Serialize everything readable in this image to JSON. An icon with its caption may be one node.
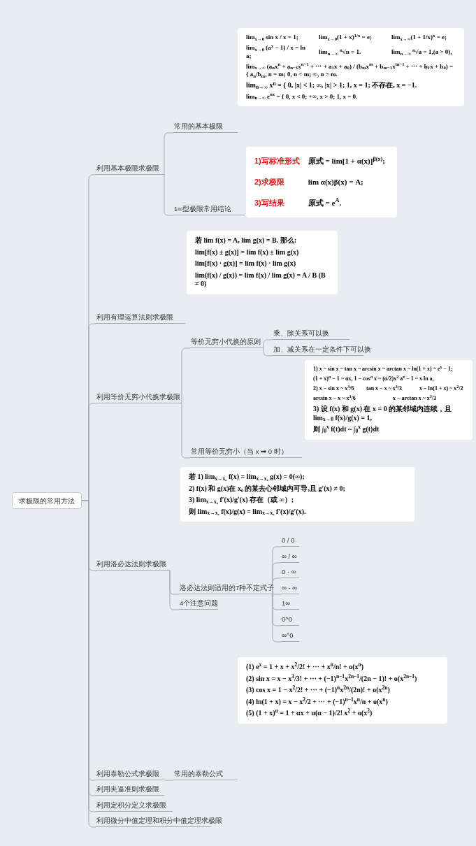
{
  "diagram": {
    "nodes": [
      {
        "text": [
          "求极限的常用方法"
        ]
      },
      {
        "text": [
          "利用基本极限求极限"
        ]
      },
      {
        "text": [
          "常用的基本极限"
        ]
      },
      {
        "text": [
          "lim$_{x→0}$ sin x / x = 1;",
          "lim$_{x→0}$(1 + x)$^{1/x}$ = e;",
          "lim$_{x→∞}$(1 + 1/x)$^{x}$ = e;",
          "lim$_{x→0}$ (a$^{x}$ − 1) / x = ln a;",
          "lim$_{n→∞}$ $^{n}$√n = 1.",
          "lim$_{n→∞}$ $^{n}$√a = 1,(a > 0),",
          "lim$_{x→∞}$ (a$_{n}$x$^{n}$ + a$_{n−1}$x$^{n−1}$ + ⋯ + a$_{1}$x + a$_{0}$) / (b$_{m}$x$^{m}$ + b$_{m−1}$x$^{m−1}$ + ⋯ + b$_{1}$x + b$_{0}$) = { a$_{n}$/b$_{m}$, n = m; 0, n < m; ∞, n > m.",
          "lim$_{n→∞}$ x$^{n}$ = { 0, |x| < 1; ∞, |x| > 1; 1, x = 1; 不存在, x = −1.",
          "lim$_{n→∞}$ e$^{nx}$ = { 0, x < 0; +∞, x > 0; 1, x = 0."
        ]
      },
      {
        "text": [
          "1∞型极限常用结论"
        ]
      },
      {
        "text": [
          "1)写标准形式",
          "原式 = lim[1 + α(x)]$^{β(x)}$;",
          "2)求极限",
          "lim α(x)β(x) = A;",
          "3)写结果",
          "原式 = e$^{A}$."
        ]
      },
      {
        "text": [
          "利用有理运算法则求极限"
        ]
      },
      {
        "text": [
          "若 lim f(x) = A, lim g(x) = B. 那么:",
          "lim[f(x) ± g(x)] = lim f(x) ± lim g(x)",
          "lim[f(x) · g(x)] = lim f(x) · lim g(x)",
          "lim(f(x) / g(x)) = lim f(x) / lim g(x) = A / B (B ≠ 0)"
        ]
      },
      {
        "text": [
          "利用等价无穷小代换求极限"
        ]
      },
      {
        "text": [
          "等价无穷小代换的原则"
        ]
      },
      {
        "text": [
          "乘、除关系可以换"
        ]
      },
      {
        "text": [
          "加、减关系在一定条件下可以换"
        ]
      },
      {
        "text": [
          "常用等价无穷小（当 x ➡ 0 时）"
        ]
      },
      {
        "text": [
          "1) x ~ sin x ~ tan x ~ arcsin x ~ arctan x ~ ln(1 + x) ~ e$^{x}$ − 1;",
          "(1 + x)$^{α}$ − 1 ~ αx, 1 − cos$^{α}$ x ~ (α/2)x$^{2}$ a$^{x}$ − 1 ~ x ln a,",
          "2) x − sin x ~ x$^{3}$/6",
          "tan x − x ~ x$^{3}$/3",
          "x − ln(1 + x) ~ x$^{2}$/2",
          "arcsin x − x ~ x$^{3}$/6",
          "x − arctan x ~ x$^{3}$/3",
          "3) 设 f(x) 和 g(x) 在 x = 0 的某邻域内连续，且 lim$_{x→0}$ f(x)/g(x) = 1,",
          "则 ∫$_{0}$$^{x}$ f(t)dt ~ ∫$_{0}$$^{x}$ g(t)dt"
        ]
      },
      {
        "text": [
          "利用洛必达法则求极限"
        ]
      },
      {
        "text": [
          "若 1) lim$_{x→x₀}$ f(x) = lim$_{x→x₀}$ g(x) = 0(∞);",
          "2) f(x) 和 g(x)在 x₀ 的某去心邻域内可导,且 g′(x) ≠ 0;",
          "3) lim$_{x→x₀}$ f′(x)/g′(x) 存在（或 ∞）;",
          "则 lim$_{x→x₀}$ f(x)/g(x) = lim$_{x→x₀}$ f′(x)/g′(x)."
        ]
      },
      {
        "text": [
          "洛必达法则适用的7种不定式子"
        ]
      },
      {
        "text": [
          "0 / 0"
        ]
      },
      {
        "text": [
          "∞ / ∞"
        ]
      },
      {
        "text": [
          "0 · ∞"
        ]
      },
      {
        "text": [
          "∞ - ∞"
        ]
      },
      {
        "text": [
          "1∞"
        ]
      },
      {
        "text": [
          "0^0"
        ]
      },
      {
        "text": [
          "∞^0"
        ]
      },
      {
        "text": [
          "4个注意问题"
        ]
      },
      {
        "text": [
          "利用泰勒公式求极限"
        ]
      },
      {
        "text": [
          "常用的泰勒公式"
        ]
      },
      {
        "text": [
          "(1) e$^{x}$ = 1 + x + x$^{2}$/2! + ⋯ + x$^{n}$/n! + o(x$^{n}$)",
          "(2) sin x = x − x$^{3}$/3! + ⋯ + (−1)$^{n−1}$x$^{2n−1}$/(2n − 1)! + o(x$^{2n−1}$)",
          "(3) cos x = 1 − x$^{2}$/2! + ⋯ + (−1)$^{n}$x$^{2n}$/(2n)! + o(x$^{2n}$)",
          "(4) ln(1 + x) = x − x$^{2}$/2 + ⋯ + (−1)$^{n−1}$x$^{n}$/n + o(x$^{n}$)",
          "(5) (1 + x)$^{α}$ = 1 + αx + α(α − 1)/2! x$^{2}$ + o(x$^{2}$)"
        ]
      },
      {
        "text": [
          "利用夹逼准则求极限"
        ]
      },
      {
        "text": [
          "利用定积分定义求极限"
        ]
      },
      {
        "text": [
          "利用微分中值定理和积分中值定理求极限"
        ]
      }
    ],
    "edges": [
      {
        "from": 0,
        "to": 1,
        "arrow": "none"
      },
      {
        "from": 0,
        "to": 6,
        "arrow": "none"
      },
      {
        "from": 0,
        "to": 8,
        "arrow": "none"
      },
      {
        "from": 0,
        "to": 14,
        "arrow": "none"
      },
      {
        "from": 0,
        "to": 25,
        "arrow": "none"
      },
      {
        "from": 0,
        "to": 28,
        "arrow": "none"
      },
      {
        "from": 0,
        "to": 29,
        "arrow": "none"
      },
      {
        "from": 0,
        "to": 30,
        "arrow": "none"
      },
      {
        "from": 1,
        "to": 2,
        "arrow": "none"
      },
      {
        "from": 1,
        "to": 4,
        "arrow": "none"
      },
      {
        "from": 8,
        "to": 9,
        "arrow": "none"
      },
      {
        "from": 8,
        "to": 12,
        "arrow": "none"
      },
      {
        "from": 9,
        "to": 10,
        "arrow": "none"
      },
      {
        "from": 9,
        "to": 11,
        "arrow": "none"
      },
      {
        "from": 14,
        "to": 16,
        "arrow": "none"
      },
      {
        "from": 14,
        "to": 24,
        "arrow": "none"
      },
      {
        "from": 16,
        "to": 17,
        "arrow": "none"
      },
      {
        "from": 16,
        "to": 18,
        "arrow": "none"
      },
      {
        "from": 16,
        "to": 19,
        "arrow": "none"
      },
      {
        "from": 16,
        "to": 20,
        "arrow": "none"
      },
      {
        "from": 16,
        "to": 21,
        "arrow": "none"
      },
      {
        "from": 16,
        "to": 22,
        "arrow": "none"
      },
      {
        "from": 16,
        "to": 23,
        "arrow": "none"
      },
      {
        "from": 25,
        "to": 26,
        "arrow": "none"
      }
    ]
  }
}
